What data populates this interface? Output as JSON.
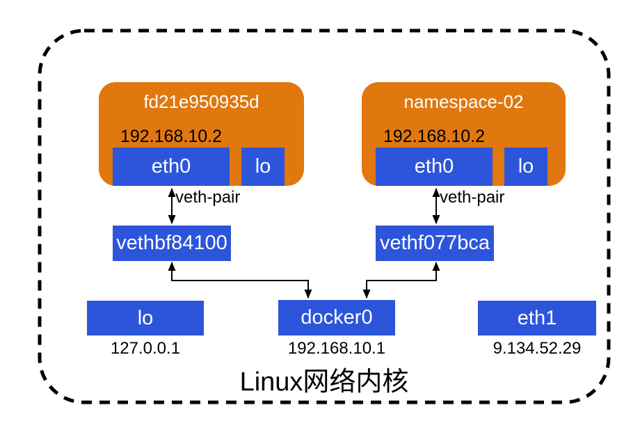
{
  "diagram": {
    "kernel_label": "Linux网络内核",
    "veth_pair_label": "veth-pair",
    "containers": [
      {
        "name": "fd21e950935d",
        "ip": "192.168.10.2",
        "interfaces": [
          "eth0",
          "lo"
        ]
      },
      {
        "name": "namespace-02",
        "ip": "192.168.10.2",
        "interfaces": [
          "eth0",
          "lo"
        ]
      }
    ],
    "veth_interfaces": [
      {
        "name": "vethbf84100"
      },
      {
        "name": "vethf077bca"
      }
    ],
    "host_interfaces": [
      {
        "name": "lo",
        "ip": "127.0.0.1"
      },
      {
        "name": "docker0",
        "ip": "192.168.10.1"
      },
      {
        "name": "eth1",
        "ip": "9.134.52.29"
      }
    ],
    "colors": {
      "container_fill": "#E0770F",
      "interface_fill": "#2C55DB",
      "line": "#000000",
      "boundary": "#000000",
      "text_on_fill": "#FFFFFF",
      "text": "#000000"
    }
  }
}
